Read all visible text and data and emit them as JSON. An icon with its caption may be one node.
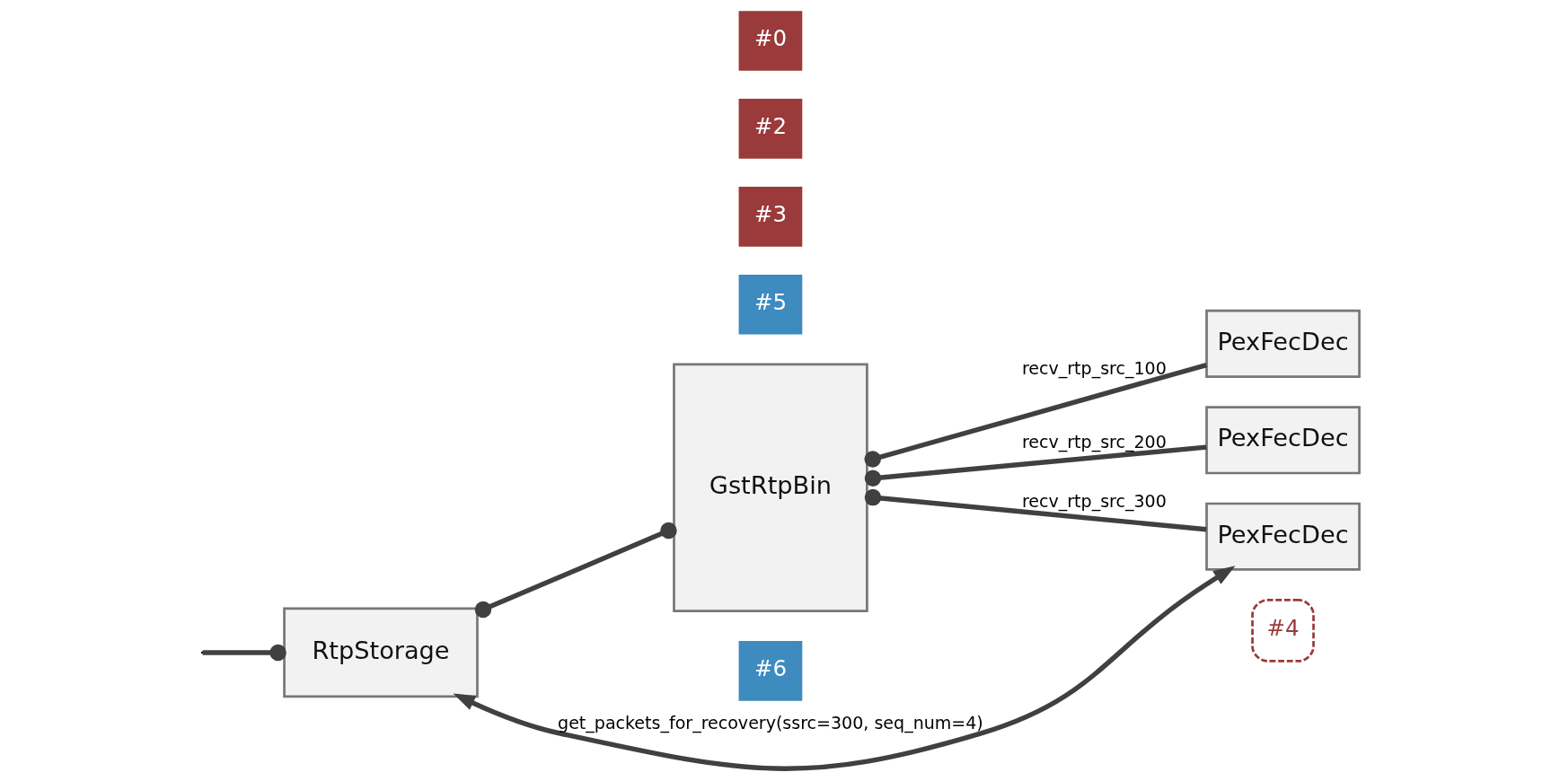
{
  "diagram": {
    "nodes": [
      {
        "text": [
          "RtpStorage"
        ]
      },
      {
        "text": [
          "GstRtpBin"
        ]
      },
      {
        "text": [
          "PexFecDec"
        ]
      },
      {
        "text": [
          "PexFecDec"
        ]
      },
      {
        "text": [
          "PexFecDec"
        ]
      },
      {
        "text": [
          "#4"
        ]
      },
      {
        "text": [
          "#6"
        ]
      },
      {
        "text": [
          "#5"
        ]
      },
      {
        "text": [
          "#3"
        ]
      },
      {
        "text": [
          "#2"
        ]
      },
      {
        "text": [
          "#0"
        ]
      }
    ],
    "edges": [
      {
        "from": null,
        "to": 0,
        "arrow": "other"
      },
      {
        "from": 0,
        "to": 1,
        "arrow": "other"
      },
      {
        "from": 1,
        "to": 2,
        "arrow": "other",
        "label": "recv_rtp_src_100"
      },
      {
        "from": 1,
        "to": 3,
        "arrow": "other",
        "label": "recv_rtp_src_200"
      },
      {
        "from": 1,
        "to": 4,
        "arrow": "other",
        "label": "recv_rtp_src_300"
      },
      {
        "from": 4,
        "to": 0,
        "arrow": "both",
        "label": "get_packets_for_recovery(ssrc=300, seq_num=4)"
      }
    ]
  }
}
